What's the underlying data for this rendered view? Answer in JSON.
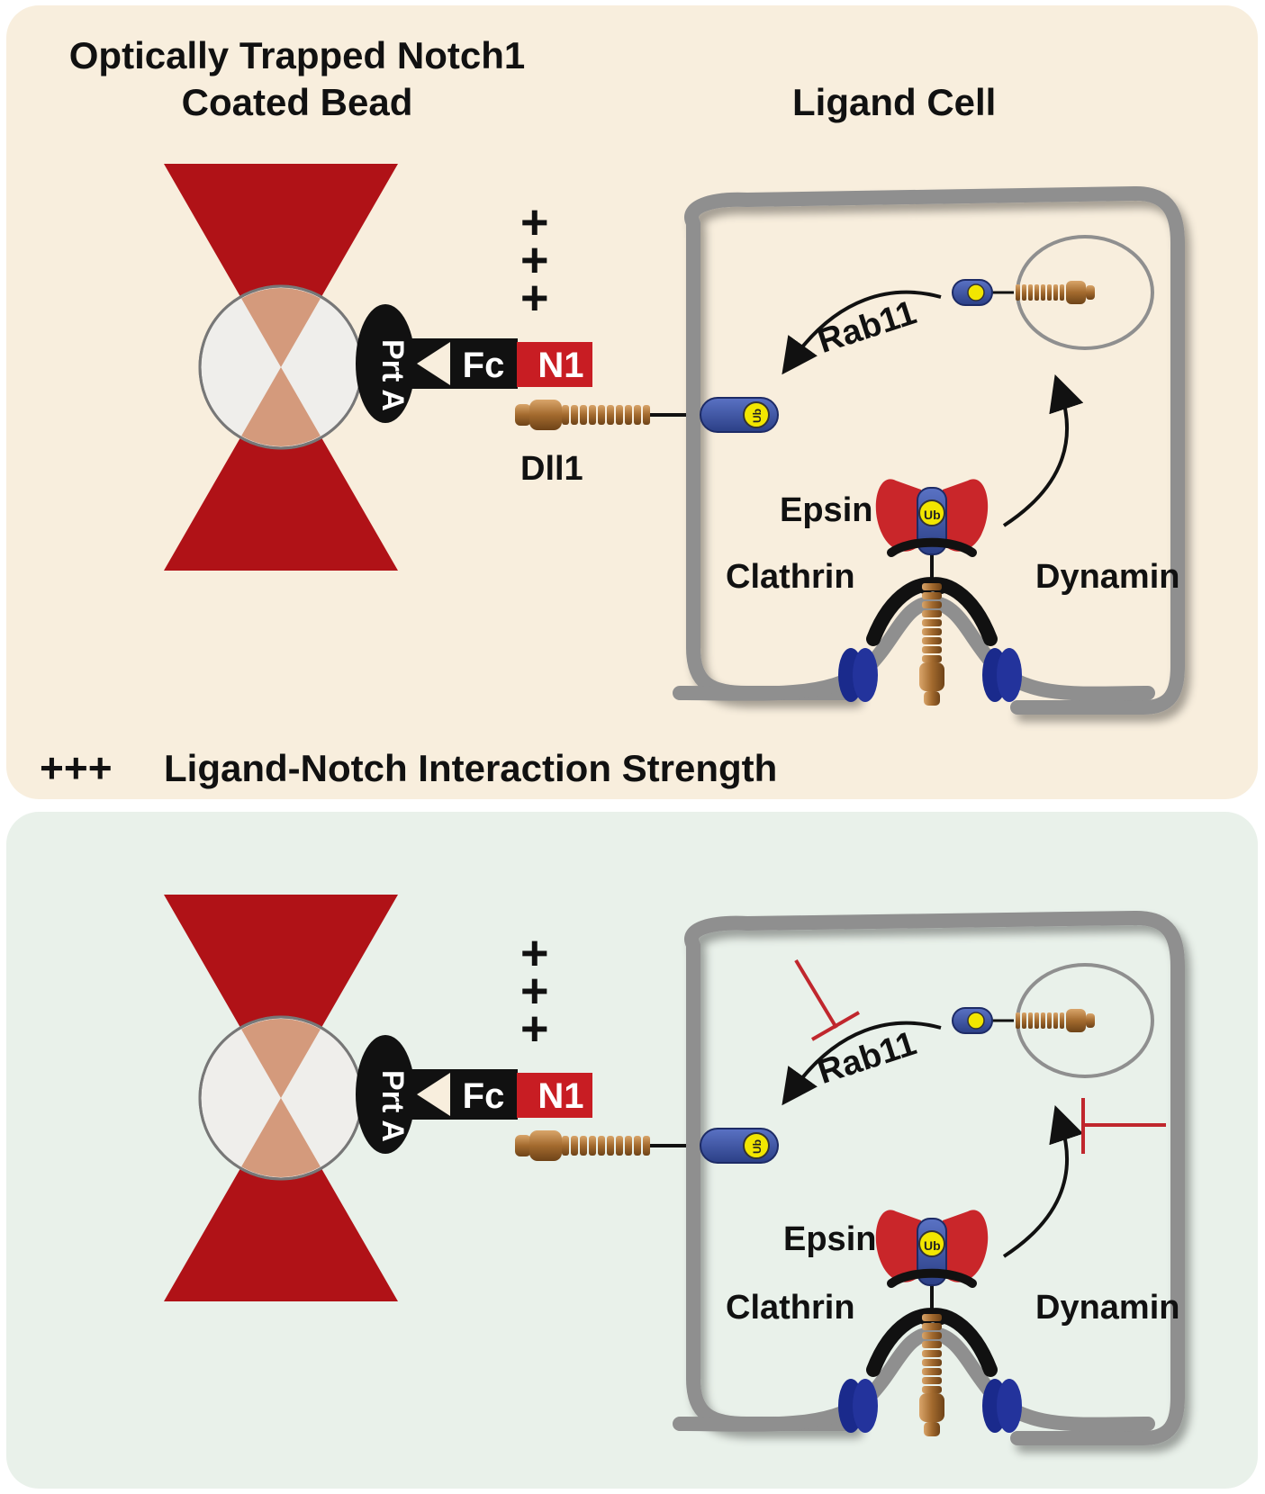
{
  "panel_top": {
    "bead_title_line1": "Optically Trapped Notch1",
    "bead_title_line2": "Coated Bead",
    "cell_title": "Ligand Cell",
    "strength_mark": "+++",
    "legend_text": "Ligand-Notch Interaction Strength"
  },
  "labels": {
    "protein_a": "Prt A",
    "fc": "Fc",
    "n1": "N1",
    "dll1": "Dll1",
    "ub": "Ub",
    "rab11": "Rab11",
    "epsin": "Epsin",
    "clathrin": "Clathrin",
    "dynamin": "Dynamin",
    "plus": "+"
  },
  "colors": {
    "laser_red": "#b01217",
    "bead_salmon": "#d49a7c",
    "cell_gray": "#8f8f8f",
    "ub_blue": "#3e55a4",
    "ub_yellow": "#f2e600",
    "dll1_bronze": "#b07a3f",
    "epsin_red": "#c9262a",
    "dynamin_navy": "#1a2a8c",
    "inhibition_red": "#c0272d"
  }
}
